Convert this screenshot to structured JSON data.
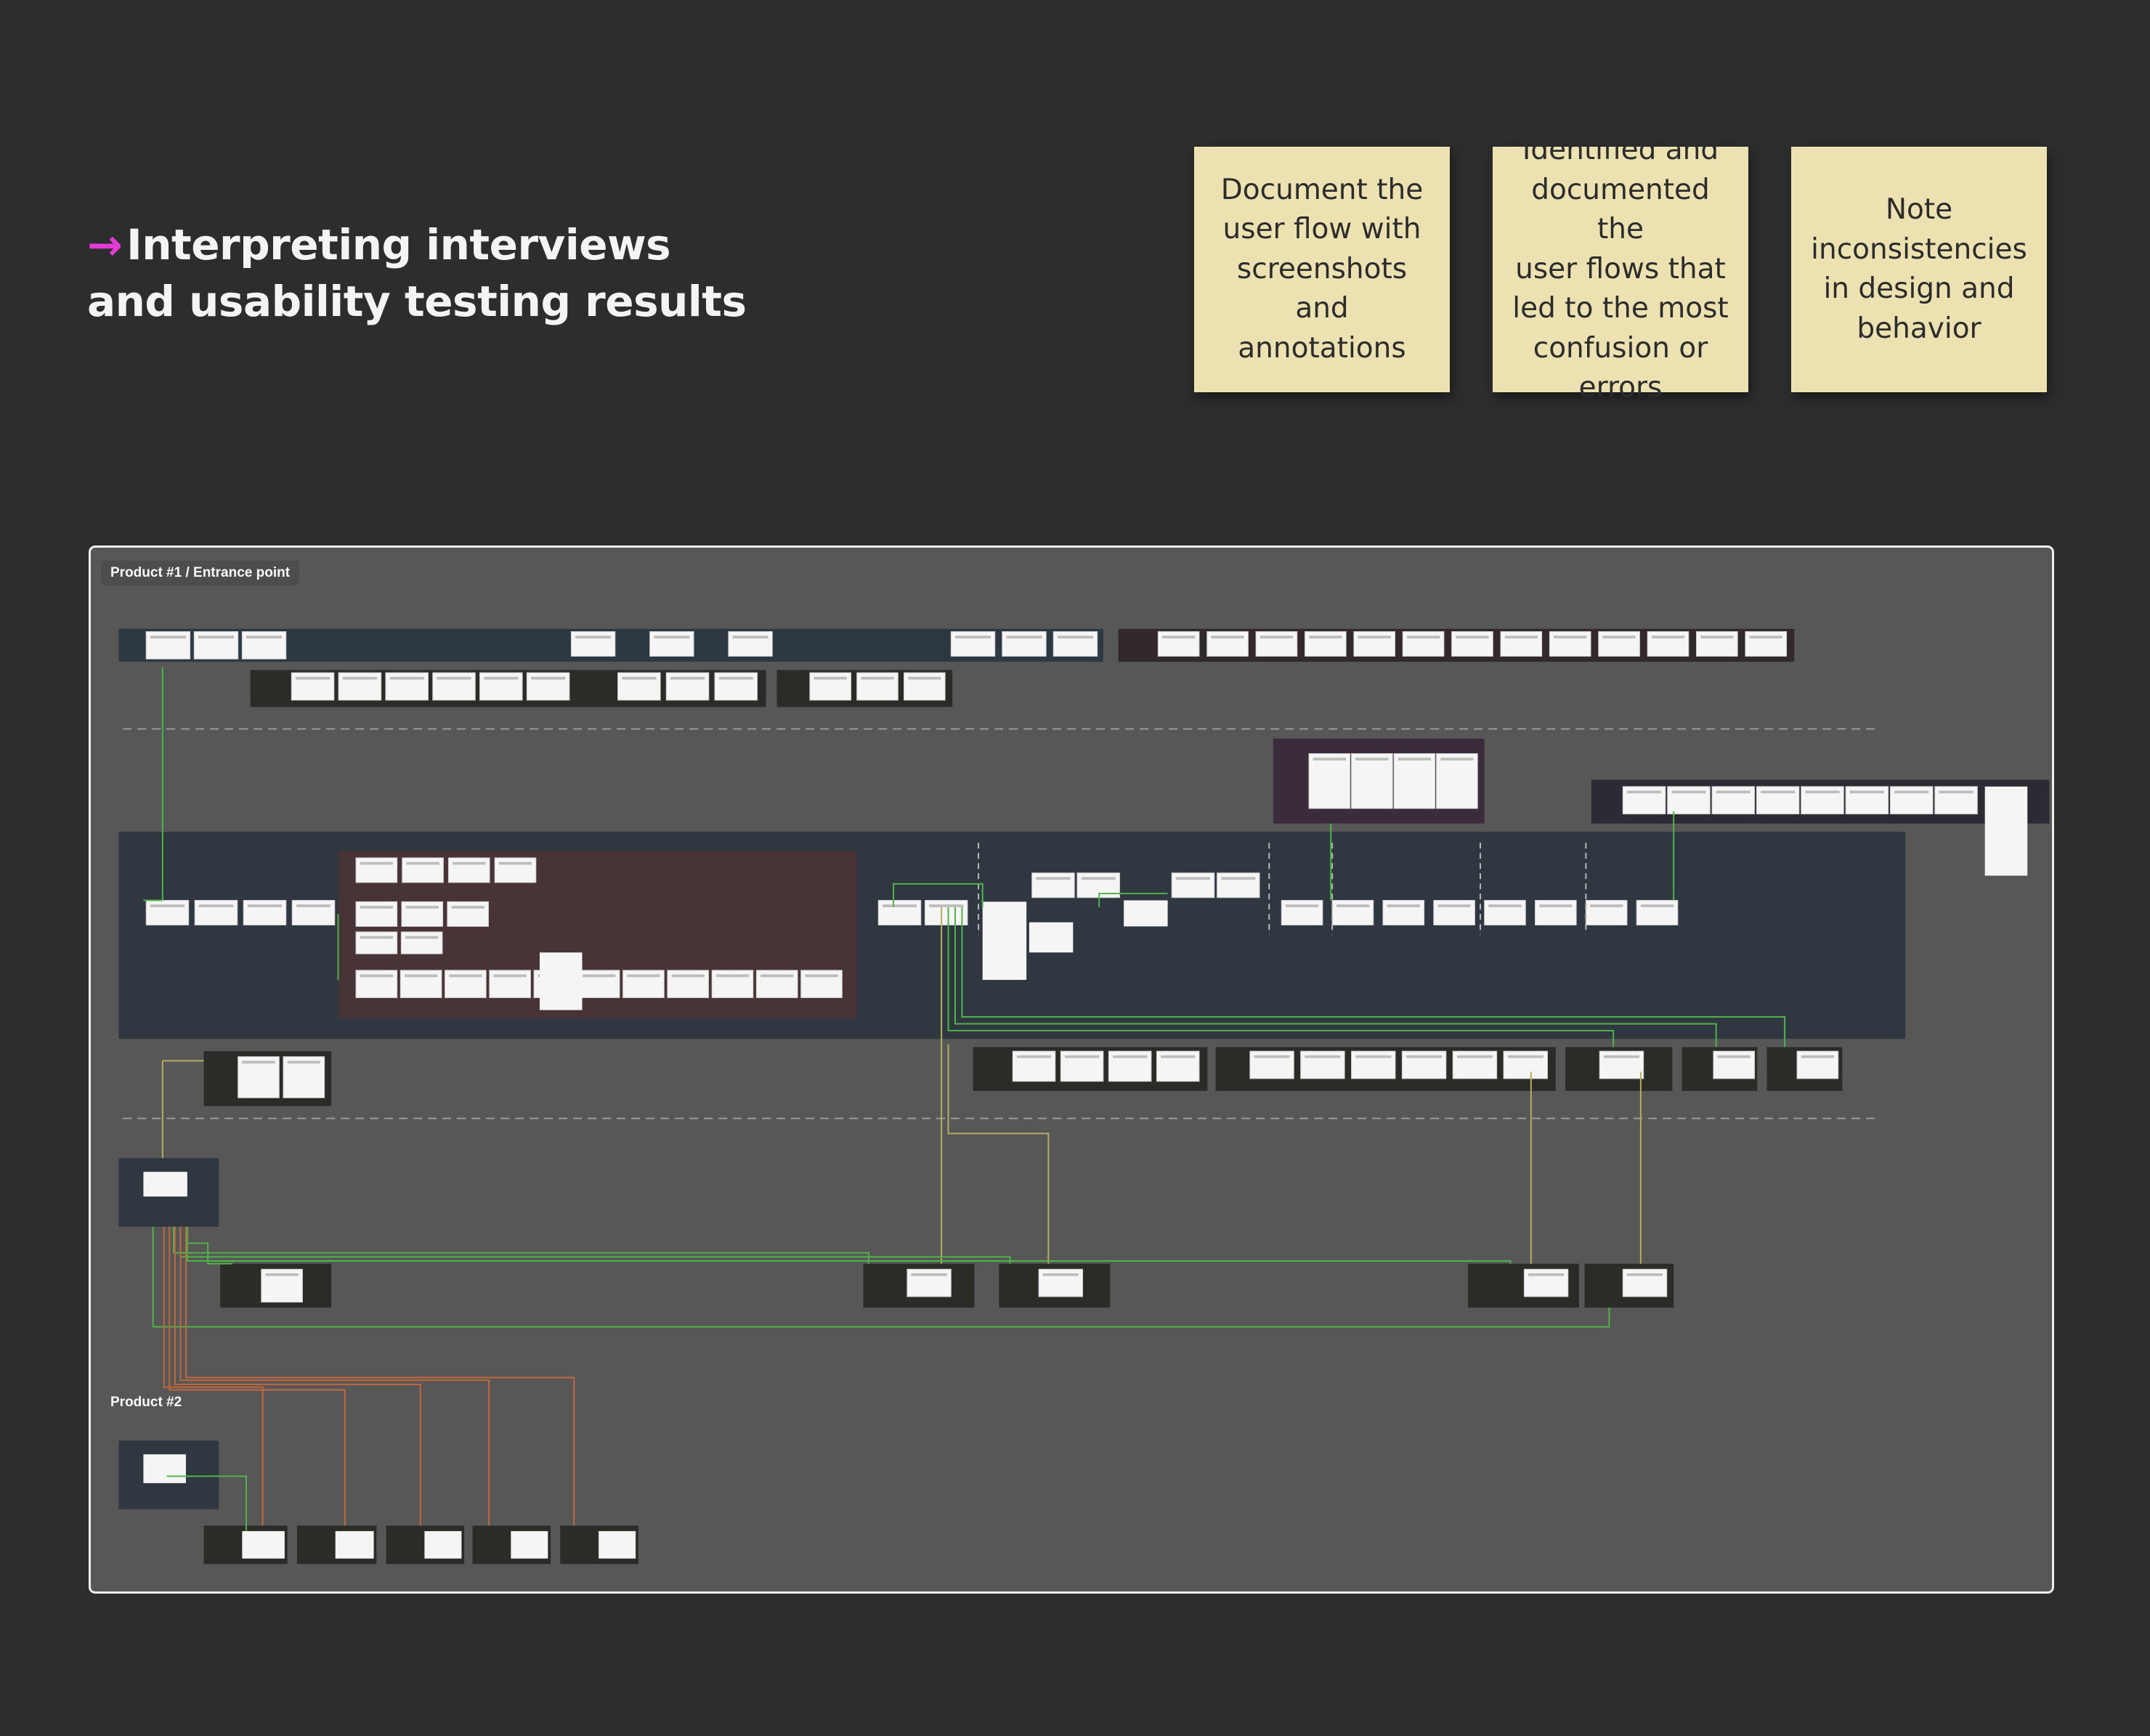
{
  "heading": {
    "arrow_glyph": "→",
    "line1": "Interpreting interviews",
    "line2": "and usability testing results",
    "arrow_color": "#e53bd6"
  },
  "notes": [
    {
      "text": "Document the\nuser flow with\nscreenshots and\nannotations"
    },
    {
      "text": "Identified and\ndocumented the\nuser flows that\nled to the most\nconfusion or\nerrors"
    },
    {
      "text": "Note\ninconsistencies\nin design and\nbehavior"
    }
  ],
  "board": {
    "label_product_1": "Product #1 / Entrance point",
    "label_product_2": "Product #2"
  },
  "colors": {
    "background": "#2d2d2d",
    "board": "#575757",
    "sticky_note": "#ece1b1",
    "connector_green": "#4fb34a",
    "connector_yellow": "#b5ad5b",
    "connector_orange": "#c0683b"
  }
}
